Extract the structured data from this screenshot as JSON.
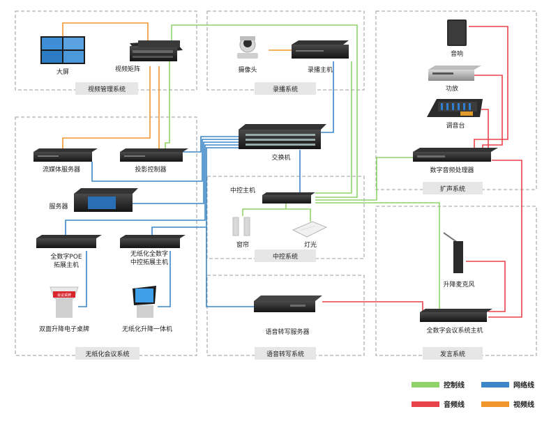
{
  "systems": {
    "video": "视频管理系统",
    "record": "录播系统",
    "pa": "扩声系统",
    "paperless": "无纸化会议系统",
    "control": "中控系统",
    "speech": "语音转写系统",
    "speak": "发言系统"
  },
  "devices": {
    "big_screen": "大屏",
    "video_matrix": "视频矩阵",
    "camera": "摄像头",
    "recorder": "录播主机",
    "speaker": "音响",
    "amplifier": "功放",
    "mixer": "调音台",
    "dsp": "数字音频处理器",
    "switch": "交换机",
    "streaming_server": "流媒体服务器",
    "projector_ctrl": "投影控制器",
    "server": "服务器",
    "central_host": "中控主机",
    "curtain": "窗帘",
    "light": "灯光",
    "poe_host_line1": "全数字POE",
    "poe_host_line2": "拓展主机",
    "paperless_host_line1": "无纸化全数字",
    "paperless_host_line2": "中控拓展主机",
    "nameplate": "双面升降电子桌牌",
    "lift_terminal": "无纸化升降一体机",
    "speech_server": "语音转写服务器",
    "lift_mic": "升降麦克风",
    "conf_host": "全数字会议系统主机",
    "nameplate_screen": "会议桌牌"
  },
  "legend": {
    "control": "控制线",
    "network": "网络线",
    "audio": "音频线",
    "video": "视频线"
  },
  "colors": {
    "control": "#8fd36a",
    "network": "#3a86c8",
    "audio": "#e8424a",
    "video": "#f0962a",
    "label_box": "#e6e6e6"
  }
}
